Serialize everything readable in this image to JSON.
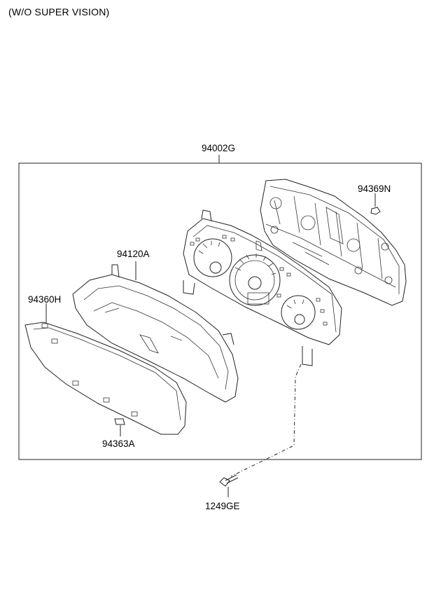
{
  "heading": "(W/O SUPER VISION)",
  "parts": {
    "assembly": "94002G",
    "screw": "94369N",
    "glass": "94120A",
    "cover": "94360H",
    "clip": "94363A",
    "bolt": "1249GE"
  }
}
